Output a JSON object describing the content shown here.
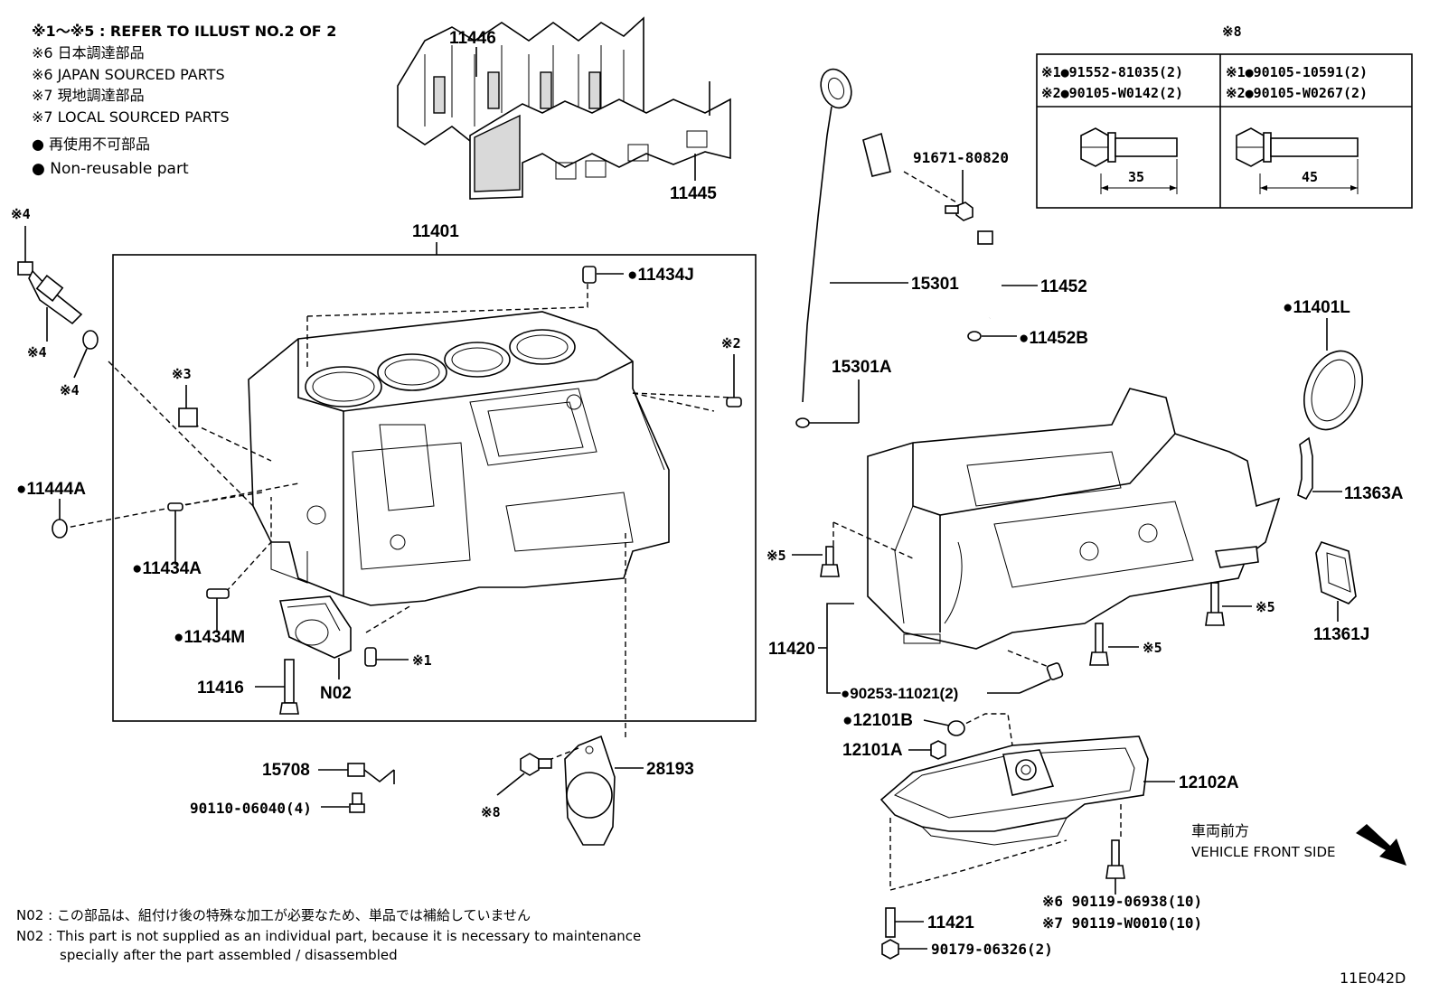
{
  "notes": {
    "ref": "※1～※5 : REFER TO ILLUST NO.2 OF 2",
    "n6_jp": "※6 日本調達部品",
    "n6_en": "※6 JAPAN SOURCED PARTS",
    "n7_jp": "※7 現地調達部品",
    "n7_en": "※7 LOCAL SOURCED PARTS",
    "nonreuse_jp": "● 再使用不可部品",
    "nonreuse_en": "● Non-reusable part"
  },
  "spec_table": {
    "title": "※8",
    "left_row1": "※1●91552-81035(2)",
    "left_row2": "※2●90105-W0142(2)",
    "left_dim": "35",
    "right_row1": "※1●90105-10591(2)",
    "right_row2": "※2●90105-W0267(2)",
    "right_dim": "45"
  },
  "labels": {
    "p11446": "11446",
    "p11445": "11445",
    "p11401": "11401",
    "p11434J": "●11434J",
    "m4a": "※4",
    "m4b": "※4",
    "m4c": "※4",
    "m3": "※3",
    "m2": "※2",
    "m1": "※1",
    "p11444A": "●11444A",
    "p11434A": "●11434A",
    "p11434M": "●11434M",
    "p11416": "11416",
    "pN02": "N02",
    "p15708": "15708",
    "p90110": "90110-06040(4)",
    "m8": "※8",
    "p28193": "28193",
    "p91671": "91671-80820",
    "p15301": "15301",
    "p15301A": "15301A",
    "p11452": "11452",
    "p11452B": "●11452B",
    "p11401L": "●11401L",
    "p11363A": "11363A",
    "p11361J": "11361J",
    "m5a": "※5",
    "m5b": "※5",
    "m5c": "※5",
    "p11420": "11420",
    "p90253": "●90253-11021(2)",
    "p12101B": "●12101B",
    "p12101A": "12101A",
    "p12102A": "12102A",
    "p90119a": "※6 90119-06938(10)",
    "p90119b": "※7 90119-W0010(10)",
    "p11421": "11421",
    "p90179": "90179-06326(2)",
    "front_jp": "車両前方",
    "front_en": "VEHICLE FRONT SIDE"
  },
  "footer": {
    "n02_jp": "N02 : この部品は、組付け後の特殊な加工が必要なため、単品では補給していません",
    "n02_en1": "N02 : This part is not supplied as an individual part, because it is necessary to maintenance",
    "n02_en2": "specially after the part assembled / disassembled",
    "code": "11E042D"
  }
}
